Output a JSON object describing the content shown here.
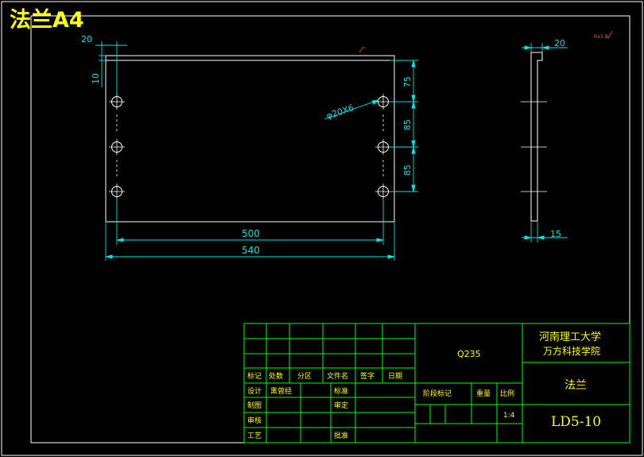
{
  "corner_title": "法兰A4",
  "colors": {
    "border": "#ffffff",
    "geometry": "#ffffff",
    "dimension": "#00e5e5",
    "title_block_lines": "#00ff00",
    "title_block_text": "#ffff00",
    "accent_red": "#ff4040"
  },
  "front_view": {
    "dim_top_width": "20",
    "dim_left_height": "10",
    "dim_hole_callout": "φ20X6",
    "dim_hole_spacing_top": "75",
    "dim_hole_spacing_mid": "85",
    "dim_hole_spacing_bottom": "85",
    "dim_hole_span": "500",
    "dim_overall_width": "540"
  },
  "side_view": {
    "dim_thickness_top": "20",
    "dim_thickness_bottom": "15",
    "roughness_mark": "Ra3.2"
  },
  "title_block": {
    "material": "Q235",
    "university": "河南理工大学",
    "college": "万方科技学院",
    "part_name": "法兰",
    "drawing_number": "LD5-10",
    "scale_value": "1:4",
    "header_labels": {
      "mark": "标记",
      "quantity": "处数",
      "zone": "分区",
      "doc_no": "文件名",
      "signature": "签字",
      "date": "日期"
    },
    "row_labels": {
      "design": "设计",
      "drawing": "制图",
      "check": "审核",
      "process": "工艺"
    },
    "designer": "黑曾经",
    "standardization": "标准",
    "review": "审定",
    "approve": "批准",
    "stage_mark": "阶段标记",
    "weight": "重量",
    "scale_label": "比例"
  }
}
